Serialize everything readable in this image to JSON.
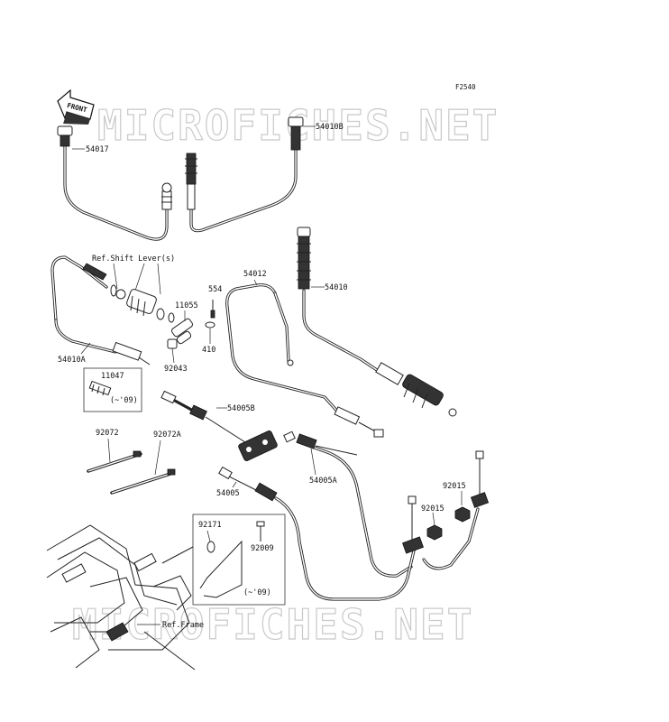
{
  "figure_code": "F2540",
  "watermark": "MICROFICHES.NET",
  "front_label": "FRONT",
  "references": {
    "shift_lever": "Ref.Shift Lever(s)",
    "frame": "Ref.Frame"
  },
  "parts": {
    "p54017": "54017",
    "p54010B": "54010B",
    "p54012": "54012",
    "p54010": "54010",
    "p554": "554",
    "p11055": "11055",
    "p410": "410",
    "p92043": "92043",
    "p54010A": "54010A",
    "p11047": "11047",
    "p54005B": "54005B",
    "p92072": "92072",
    "p92072A": "92072A",
    "p54005A": "54005A",
    "p54005": "54005",
    "p92015a": "92015",
    "p92015b": "92015",
    "p92171": "92171",
    "p92009": "92009"
  },
  "notes": {
    "box_11047": "(~'09)",
    "box_92171": "(~'09)"
  }
}
